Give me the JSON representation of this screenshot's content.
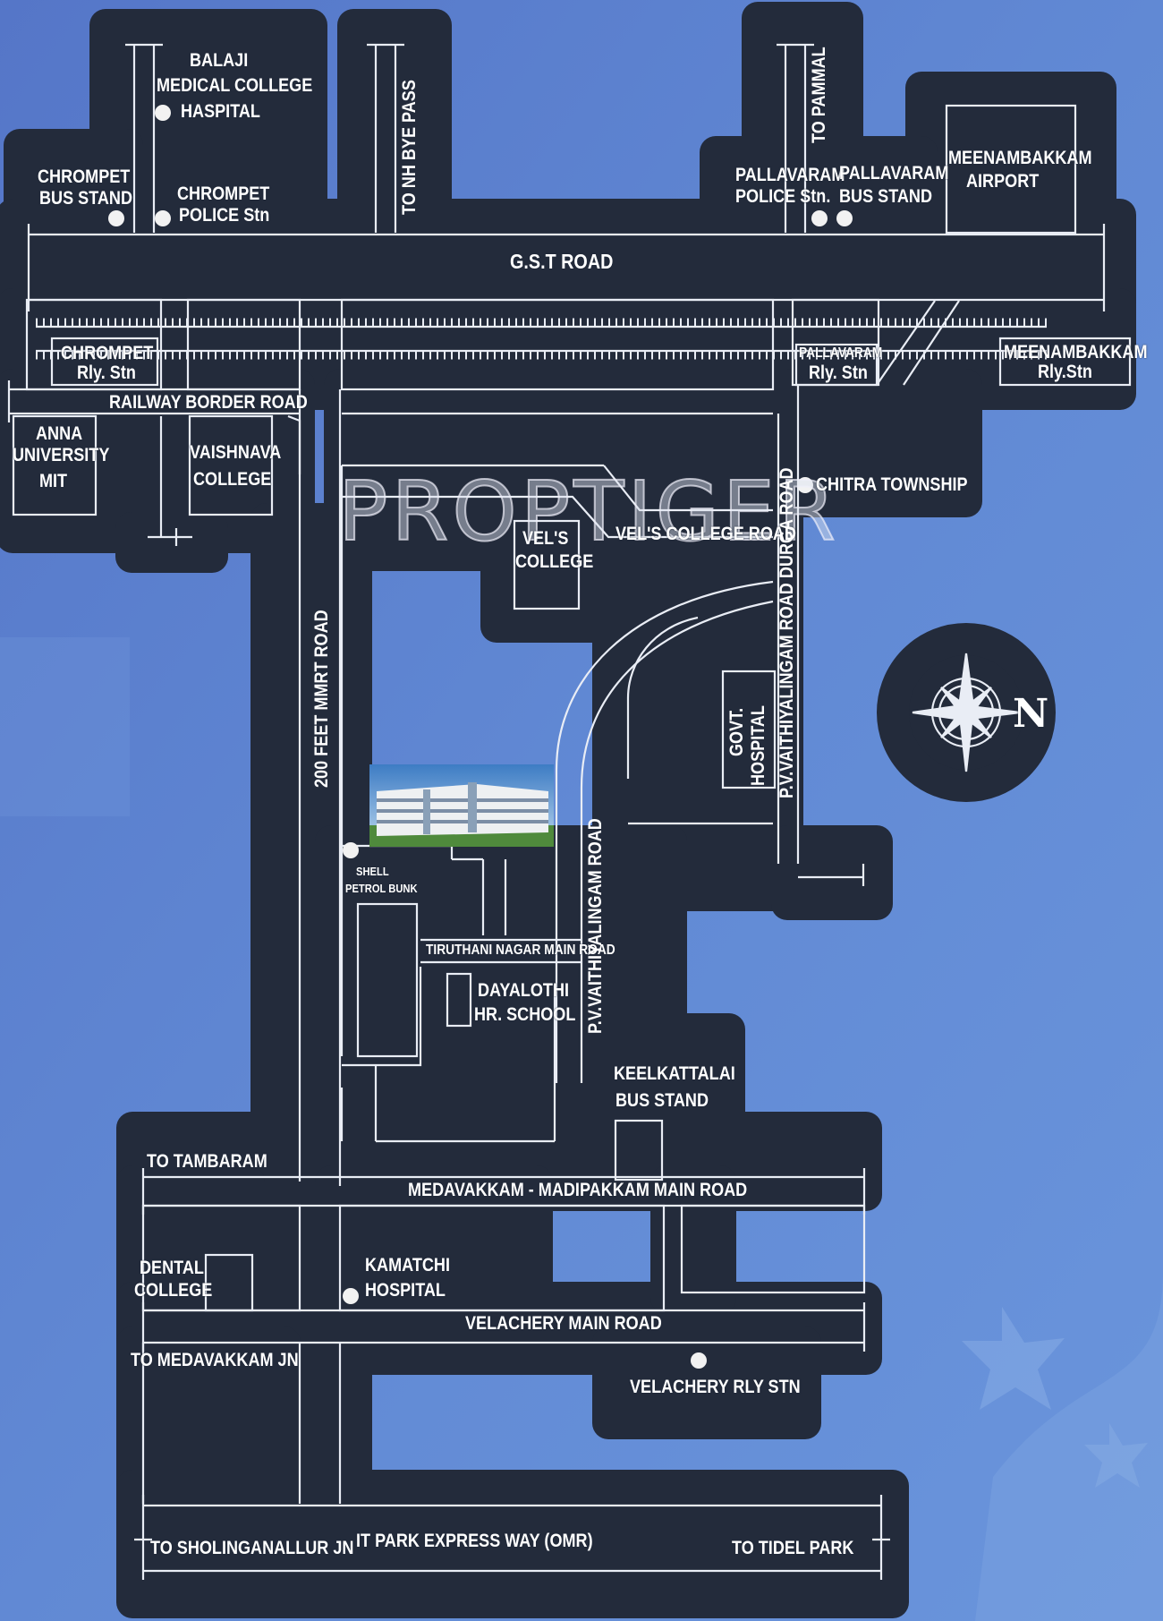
{
  "map": {
    "watermark": "PROPTIGER",
    "compass_label": "N",
    "colors": {
      "background": "#5d84d0",
      "road_mask": "#232b3b",
      "line": "#e9edf5"
    },
    "roads": {
      "gst": "G.S.T ROAD",
      "railway_border": "RAILWAY BORDER ROAD",
      "vels_college": "VEL'S COLLEGE ROAD",
      "tiruthani": "TIRUTHANI NAGAR MAIN ROAD",
      "medavakkam": "MEDAVAKKAM - MADIPAKKAM MAIN ROAD",
      "velachery": "VELACHERY MAIN ROAD",
      "it_park": "IT PARK EXPRESS WAY (OMR)",
      "mmrt": "200 FEET MMRT ROAD",
      "pv_vaithi": "P.V.VAITHIYALINGAM ROAD",
      "pv_durga": "P.V.VAITHIYALINGAM ROAD DURGA ROAD",
      "nh_bypass": "TO NH BYE PASS",
      "pammal": "TO PAMMAL"
    },
    "directions": {
      "tambaram": "TO TAMBARAM",
      "medavakkam_jn": "TO MEDAVAKKAM JN",
      "sholinganallur": "TO SHOLINGANALLUR JN",
      "tidel": "TO TIDEL PARK"
    },
    "places": {
      "balaji_1": "BALAJI",
      "balaji_2": "MEDICAL COLLEGE",
      "balaji_3": "HASPITAL",
      "chrompet_bus_1": "CHROMPET",
      "chrompet_bus_2": "BUS STAND",
      "chrompet_police_1": "CHROMPET",
      "chrompet_police_2": "POLICE Stn",
      "pallavaram_police_1": "PALLAVARAM",
      "pallavaram_police_2": "POLICE Stn.",
      "pallavaram_bus_1": "PALLAVARAM",
      "pallavaram_bus_2": "BUS STAND",
      "airport_1": "MEENAMBAKKAM",
      "airport_2": "AIRPORT",
      "chrompet_rly_1": "CHROMPET",
      "chrompet_rly_2": "Rly. Stn",
      "pallavaram_rly_1": "PALLAVARAM",
      "pallavaram_rly_2": "Rly. Stn",
      "meenambakkam_rly_1": "MEENAMBAKKAM",
      "meenambakkam_rly_2": "Rly.Stn",
      "anna_1": "ANNA",
      "anna_2": "UNIVERSITY",
      "anna_3": "MIT",
      "vaishnava_1": "VAISHNAVA",
      "vaishnava_2": "COLLEGE",
      "chitra": "CHITRA TOWNSHIP",
      "vels_1": "VEL'S",
      "vels_2": "COLLEGE",
      "govt_hospital_1": "GOVT.",
      "govt_hospital_2": "HOSPITAL",
      "shell_1": "SHELL",
      "shell_2": "PETROL BUNK",
      "dayalothi_1": "DAYALOTHI",
      "dayalothi_2": "HR. SCHOOL",
      "keelkattalai_1": "KEELKATTALAI",
      "keelkattalai_2": "BUS STAND",
      "dental_1": "DENTAL",
      "dental_2": "COLLEGE",
      "kamatchi_1": "KAMATCHI",
      "kamatchi_2": "HOSPITAL",
      "velachery_rly": "VELACHERY RLY STN"
    }
  }
}
